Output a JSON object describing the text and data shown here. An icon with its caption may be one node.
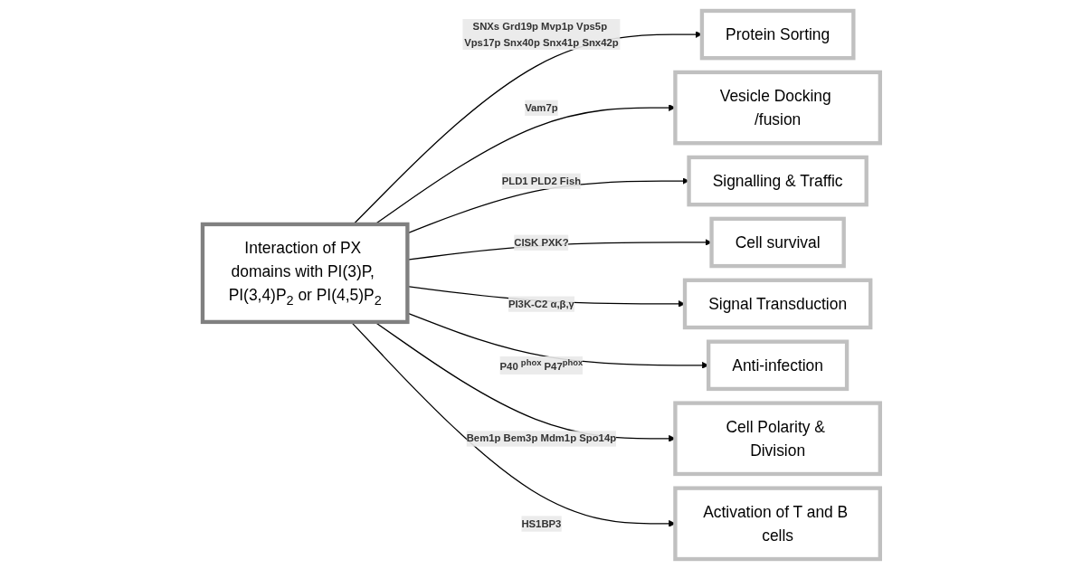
{
  "diagram": {
    "nodes": [
      {
        "text": [
          "Protein Sorting"
        ]
      },
      {
        "text": [
          "Vesicle Docking /fusion"
        ]
      },
      {
        "text": [
          "Signalling & Traffic"
        ]
      },
      {
        "text": [
          "Cell survival"
        ]
      },
      {
        "text": [
          "Interaction of PX domains with PI(3)P, PI(3,4)P$_{2}$ or PI(4,5)P$_{2}$"
        ]
      },
      {
        "text": [
          "Signal Transduction"
        ]
      },
      {
        "text": [
          "Anti-infection"
        ]
      },
      {
        "text": [
          "Cell Polarity & Division"
        ]
      },
      {
        "text": [
          "Activation of T and B cells"
        ]
      }
    ],
    "edges": [
      {
        "from": 4,
        "to": 0,
        "arrow": "to",
        "label": "SNXs Grd19p Mvp1p Vps5p Vps17p Snx40p Snx41p Snx42p"
      },
      {
        "from": 4,
        "to": 1,
        "arrow": "to",
        "label": "Vam7p"
      },
      {
        "from": 4,
        "to": 2,
        "arrow": "to",
        "label": "PLD1 PLD2 Fish"
      },
      {
        "from": 4,
        "to": 3,
        "arrow": "to",
        "label": "CISK PXK?"
      },
      {
        "from": 4,
        "to": 5,
        "arrow": "to",
        "label": "PI3K-C2 α,β,γ"
      },
      {
        "from": 4,
        "to": 6,
        "arrow": "to",
        "label": "P40 $^{phox}$ P47$^{phox}$"
      },
      {
        "from": 4,
        "to": 7,
        "arrow": "to",
        "label": "Bem1p Bem3p Mdm1p Spo14p"
      },
      {
        "from": 4,
        "to": 8,
        "arrow": "to",
        "label": "HS1BP3"
      }
    ]
  }
}
